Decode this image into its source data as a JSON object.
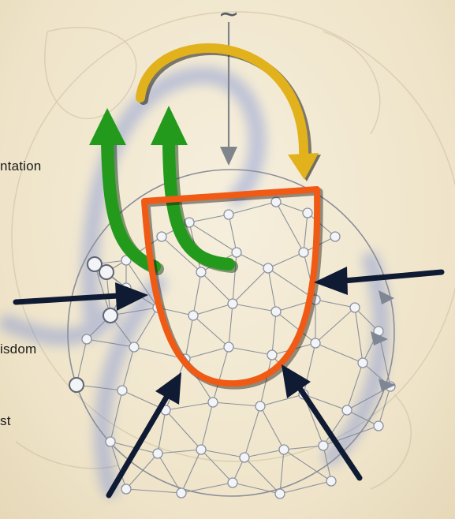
{
  "labels": {
    "top_symbol": "~",
    "label_1": "ntation",
    "label_2": "isdom",
    "label_3": "st"
  },
  "colors": {
    "background": "#efe4c9",
    "network_line": "#7f8694",
    "node_fill": "#f2f4f7",
    "blue_glow": "#5b78d6",
    "gold_arrow": "#e2b21c",
    "green_arrow": "#239a1c",
    "orange_cup": "#f05a14",
    "navy_arrow": "#0f1a33",
    "gray_arrow": "#80848c"
  }
}
